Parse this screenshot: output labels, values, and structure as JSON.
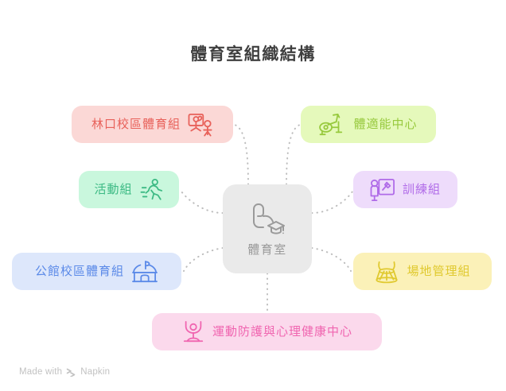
{
  "page": {
    "title": "體育室組織結構",
    "background_color": "#ffffff",
    "diagram_type": "mind-map"
  },
  "center": {
    "label": "體育室",
    "icon": "flexed-arm-graduation-cap-icon",
    "background_color": "#eaeaea",
    "text_color": "#9a9a9a"
  },
  "nodes": [
    {
      "id": "linkou",
      "label": "林口校區體育組",
      "icon": "presentation-person-icon",
      "background_color": "#fbd8d6",
      "text_color": "#e8615a",
      "icon_position": "right"
    },
    {
      "id": "fitness",
      "label": "體適能中心",
      "icon": "exercise-bike-icon",
      "background_color": "#e5f9bb",
      "text_color": "#97c93d",
      "icon_position": "left"
    },
    {
      "id": "activity",
      "label": "活動組",
      "icon": "running-person-icon",
      "background_color": "#c9f7dd",
      "text_color": "#3cba84",
      "icon_position": "right"
    },
    {
      "id": "training",
      "label": "訓練組",
      "icon": "trainer-whiteboard-icon",
      "background_color": "#eedcfb",
      "text_color": "#b06be8",
      "icon_position": "left"
    },
    {
      "id": "gongguan",
      "label": "公館校區體育組",
      "icon": "building-flag-icon",
      "background_color": "#dde7fb",
      "text_color": "#5b8ae8",
      "icon_position": "right"
    },
    {
      "id": "venue",
      "label": "場地管理組",
      "icon": "stadium-icon",
      "background_color": "#fbf1b8",
      "text_color": "#e0c92f",
      "icon_position": "left"
    },
    {
      "id": "health",
      "label": "運動防護與心理健康中心",
      "icon": "meditation-person-icon",
      "background_color": "#fbd9ec",
      "text_color": "#f065b0",
      "icon_position": "left"
    }
  ],
  "connector": {
    "style": "dotted",
    "color": "#bdbdbd"
  },
  "watermark": {
    "text_before": "Made with",
    "brand": "Napkin",
    "logo_icon": "napkin-chevrons-icon",
    "color": "#c2c2c2"
  }
}
